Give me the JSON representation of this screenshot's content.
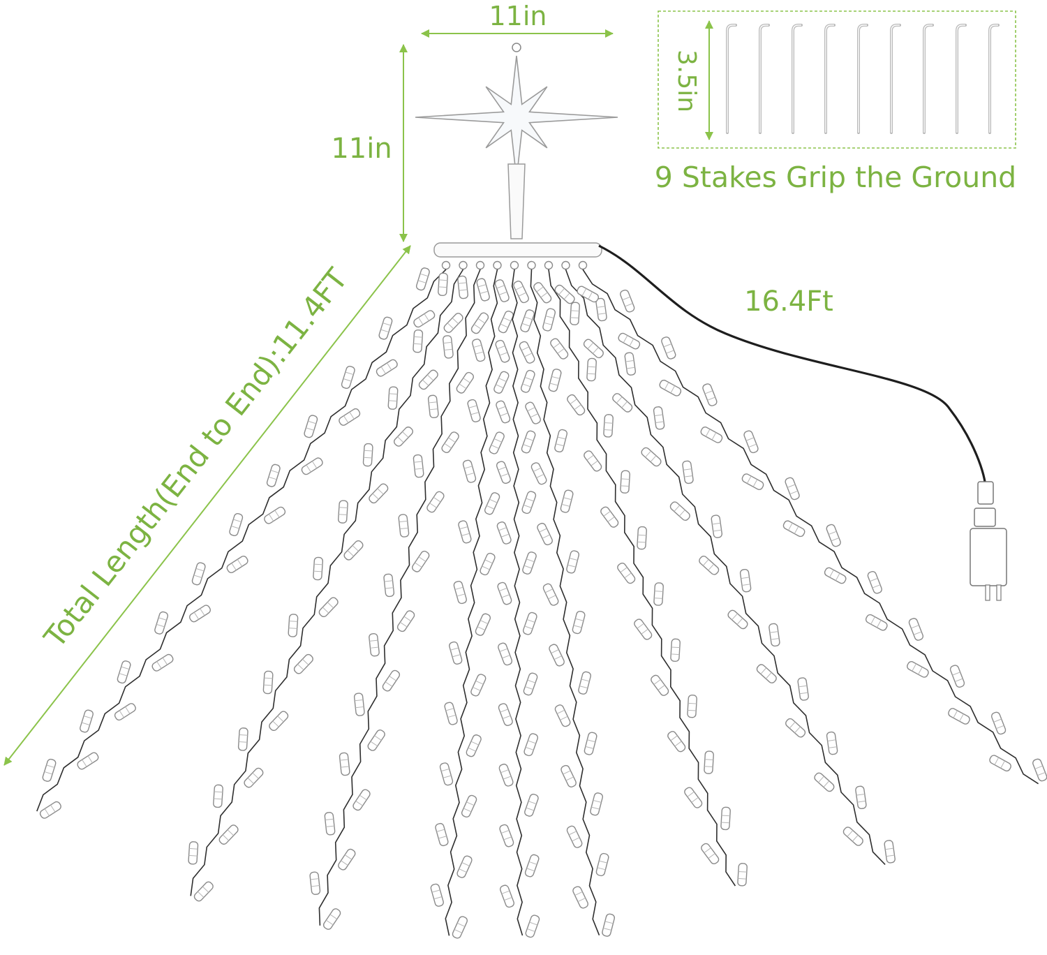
{
  "labels": {
    "star_width": "11in",
    "star_height": "11in",
    "stake_height": "3.5in",
    "stakes_caption": "9 Stakes Grip the Ground",
    "lead_cable": "16.4Ft",
    "total_length": "Total Length(End to End):11.4FT"
  },
  "colors": {
    "accent": "#7cb342",
    "wire": "#2e2e2e",
    "bulb_outline": "#8a8a8a",
    "stake": "#b9b9b9"
  },
  "components": {
    "star": "eight-point-star-icon",
    "hub": "hub-connector",
    "plug": "power-adapter-icon",
    "stake": "ground-stake-icon"
  },
  "counts": {
    "stakes": 9,
    "strands": 9
  }
}
